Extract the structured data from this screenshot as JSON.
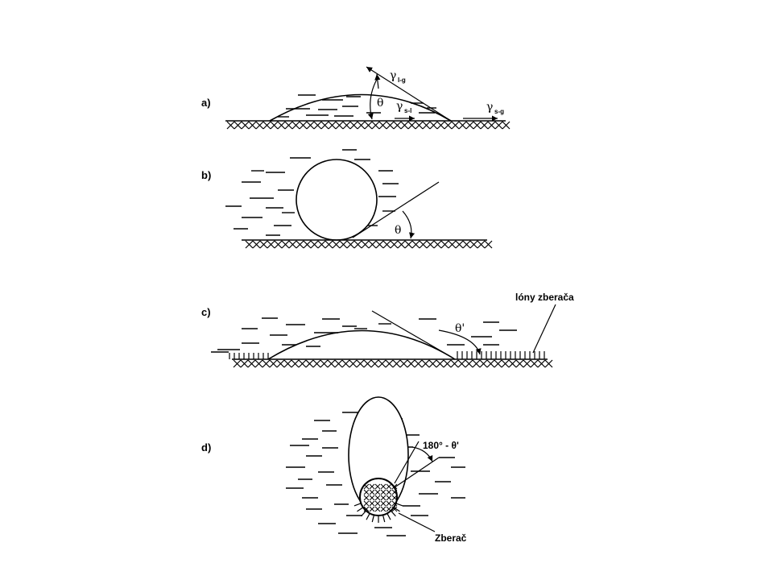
{
  "panels": [
    {
      "label": "a)",
      "theta": "θ",
      "gamma_lg": "l-g",
      "gamma_sl": "s-l",
      "gamma_sg": "s-g",
      "gamma_symbol": "γ"
    },
    {
      "label": "b)",
      "theta": "θ"
    },
    {
      "label": "c)",
      "theta": "θ'",
      "collector_layer": "lóny zberača"
    },
    {
      "label": "d)",
      "angle": "180° - θ'",
      "collector": "Zberač"
    }
  ]
}
